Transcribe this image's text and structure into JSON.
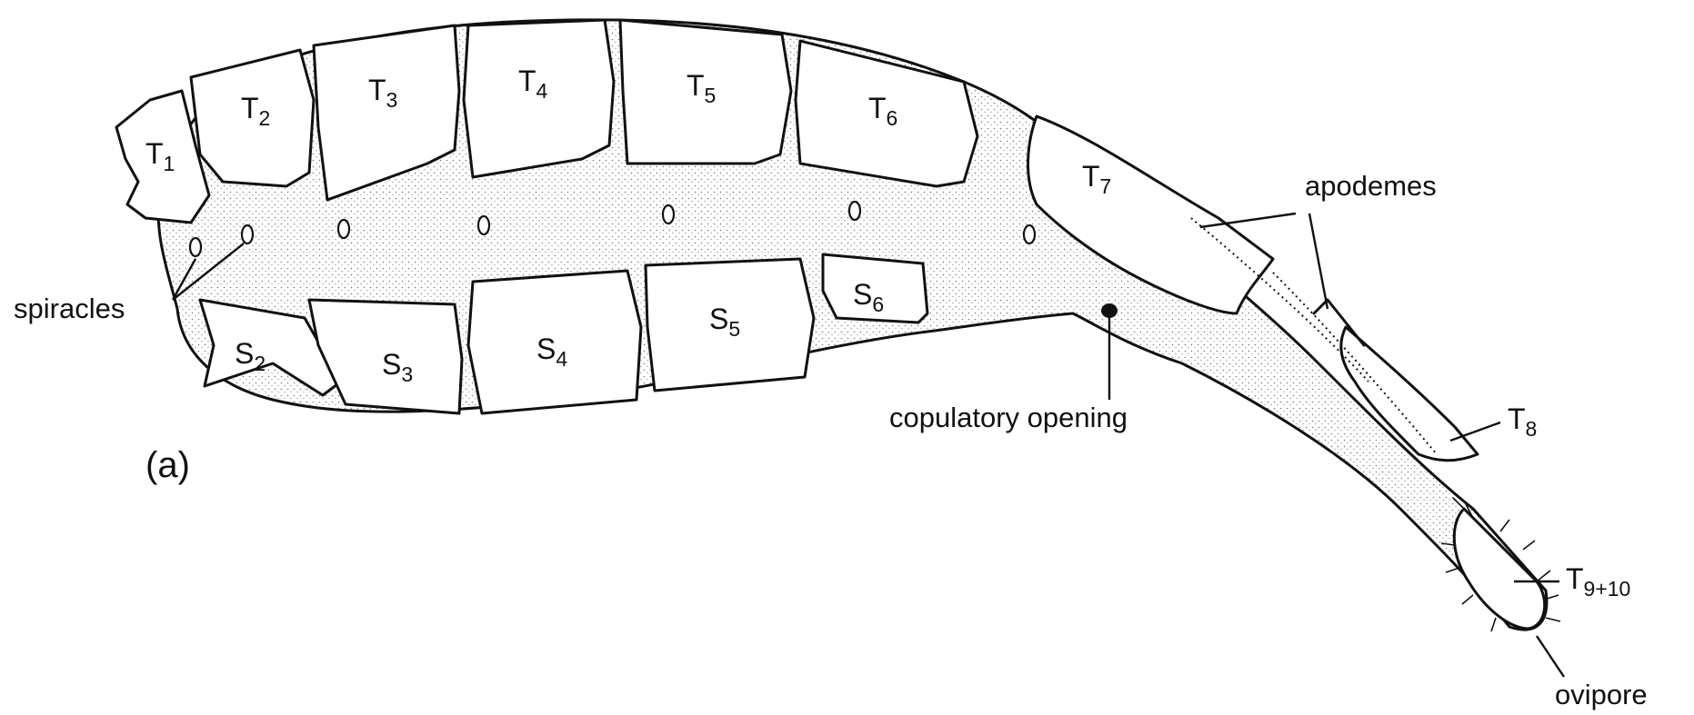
{
  "panel_label": "(a)",
  "tergites": [
    {
      "id": "t1",
      "base": "T",
      "sub": "1"
    },
    {
      "id": "t2",
      "base": "T",
      "sub": "2"
    },
    {
      "id": "t3",
      "base": "T",
      "sub": "3"
    },
    {
      "id": "t4",
      "base": "T",
      "sub": "4"
    },
    {
      "id": "t5",
      "base": "T",
      "sub": "5"
    },
    {
      "id": "t6",
      "base": "T",
      "sub": "6"
    },
    {
      "id": "t7",
      "base": "T",
      "sub": "7"
    },
    {
      "id": "t8",
      "base": "T",
      "sub": "8"
    },
    {
      "id": "t910",
      "base": "T",
      "sub": "9+10"
    }
  ],
  "sternites": [
    {
      "id": "s2",
      "base": "S",
      "sub": "2"
    },
    {
      "id": "s3",
      "base": "S",
      "sub": "3"
    },
    {
      "id": "s4",
      "base": "S",
      "sub": "4"
    },
    {
      "id": "s5",
      "base": "S",
      "sub": "5"
    },
    {
      "id": "s6",
      "base": "S",
      "sub": "6"
    }
  ],
  "annotations": {
    "spiracles": "spiracles",
    "apodemes": "apodemes",
    "copulatory_opening": "copulatory opening",
    "ovipore": "ovipore"
  },
  "colors": {
    "ink": "#111111",
    "stipple": "#8a8a8a",
    "background": "#ffffff"
  }
}
